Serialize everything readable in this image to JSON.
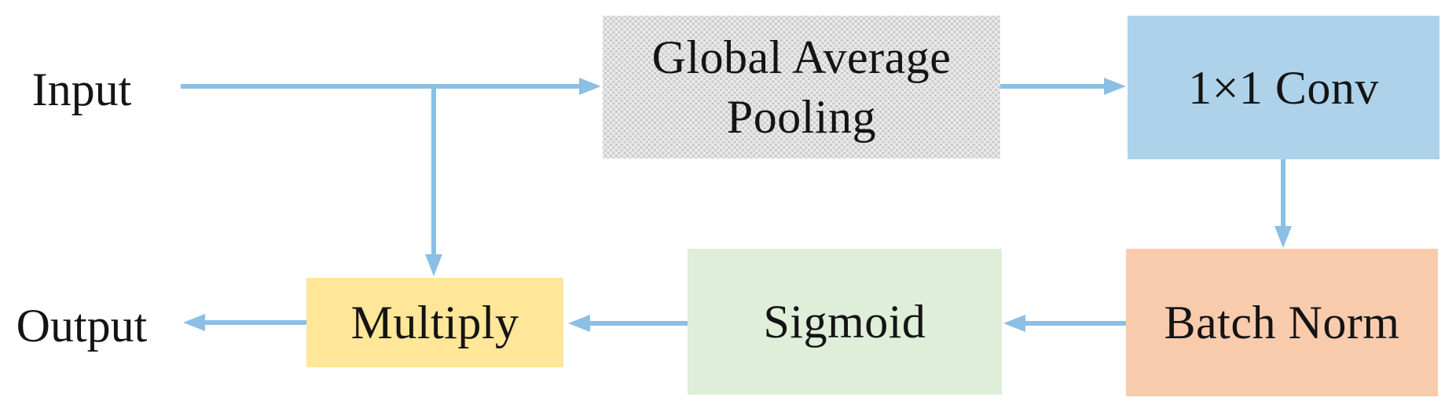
{
  "diagram": {
    "input_label": "Input",
    "output_label": "Output",
    "arrow_color": "#8cbfe4",
    "nodes": {
      "gap": {
        "label": "Global Average Pooling",
        "fill": "#e9e9e9"
      },
      "conv": {
        "label": "1×1 Conv",
        "fill": "#aed2ea"
      },
      "batch_norm": {
        "label": "Batch Norm",
        "fill": "#f9cbad"
      },
      "sigmoid": {
        "label": "Sigmoid",
        "fill": "#deeed9"
      },
      "multiply": {
        "label": "Multiply",
        "fill": "#ffe699"
      }
    }
  }
}
